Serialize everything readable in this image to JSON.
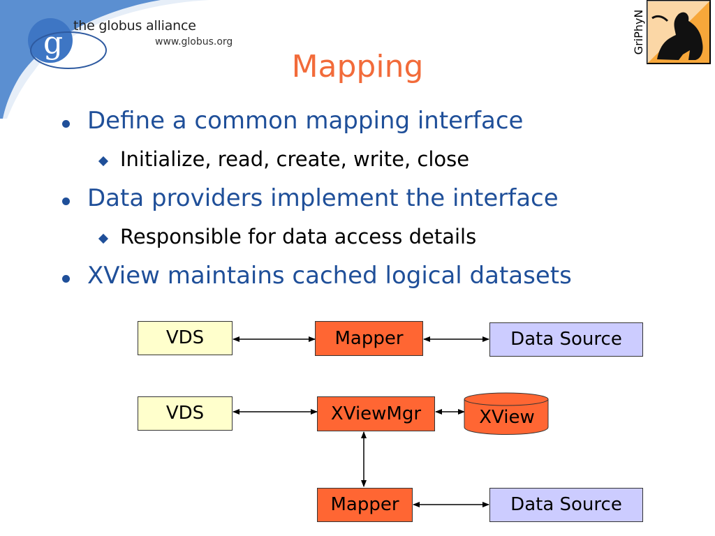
{
  "header": {
    "org_name": "the globus alliance",
    "org_url": "www.globus.org",
    "logo_letter": "g",
    "partner_name": "GriPhyN",
    "colors": {
      "swoosh": "#5b8fd1",
      "swoosh_light": "#e6eef8",
      "logo_circle": "#3e76c4"
    }
  },
  "slide": {
    "title": "Mapping",
    "bullets": [
      {
        "text": "Define a common mapping interface",
        "sub": [
          "Initialize, read, create, write, close"
        ]
      },
      {
        "text": "Data providers implement the interface",
        "sub": [
          "Responsible for data access details"
        ]
      },
      {
        "text": "XView maintains cached logical datasets",
        "sub": []
      }
    ]
  },
  "diagram": {
    "top_row": {
      "left": "VDS",
      "middle": "Mapper",
      "right": "Data Source"
    },
    "lower": {
      "left": "VDS",
      "middle": "XViewMgr",
      "cache": "XView",
      "mapper": "Mapper",
      "source": "Data Source"
    },
    "colors": {
      "vds": "#ffffcc",
      "mapper": "#ff6633",
      "source": "#ccccff",
      "cache": "#ff6633"
    }
  }
}
